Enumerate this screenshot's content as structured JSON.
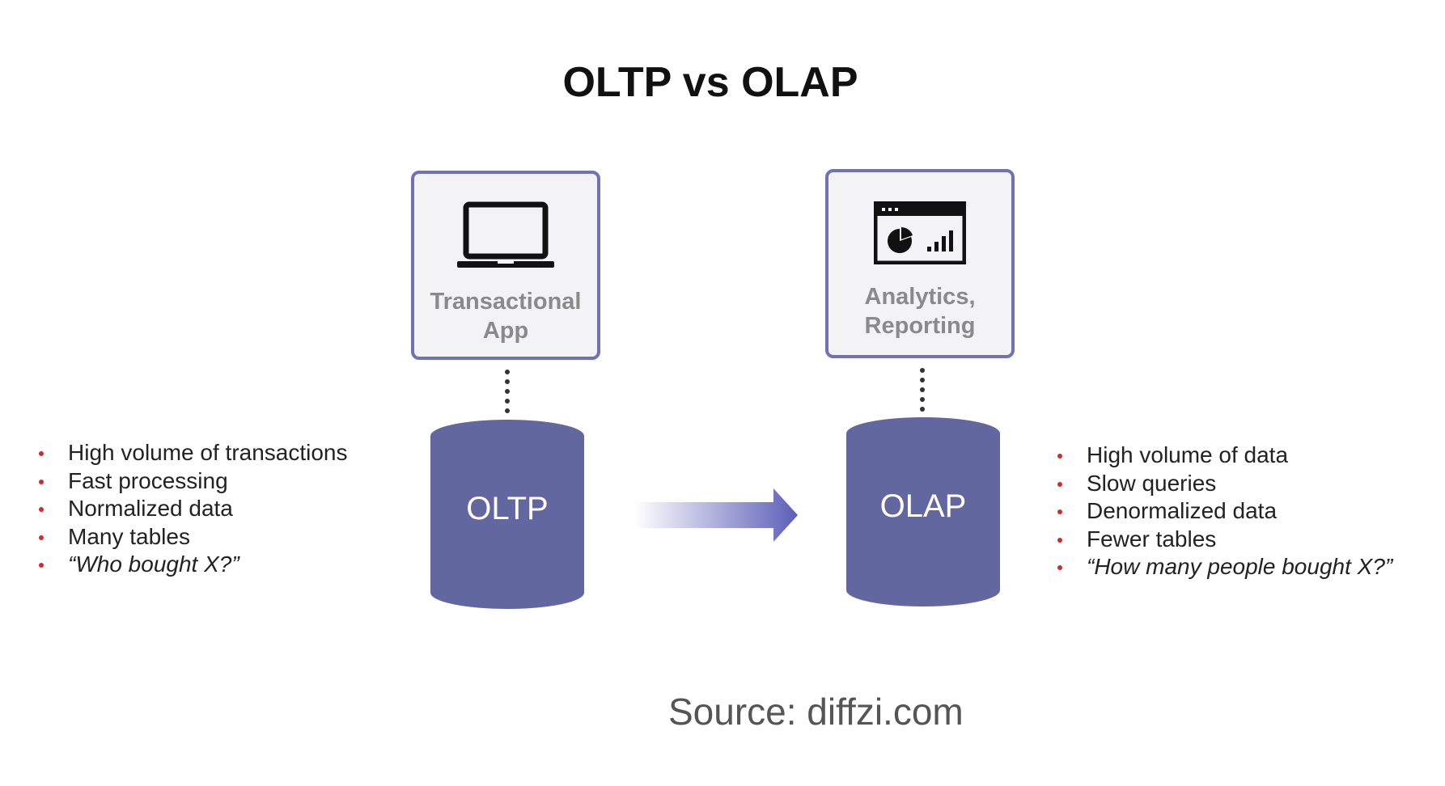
{
  "title": "OLTP vs OLAP",
  "colors": {
    "box_border": "#6f72b4",
    "box_fill": "#f3f3f5",
    "cylinder": "#6367a0",
    "bullet": "#d02b2b",
    "arrow": "#5c5fb8"
  },
  "oltp": {
    "app_icon": "laptop-icon",
    "app_label_line1": "Transactional",
    "app_label_line2": "App",
    "db_label": "OLTP",
    "bullets": [
      "High volume of transactions",
      "Fast processing",
      "Normalized data",
      "Many tables",
      "“Who bought X?”"
    ]
  },
  "olap": {
    "app_icon": "analytics-dashboard-icon",
    "app_label_line1": "Analytics,",
    "app_label_line2": "Reporting",
    "db_label": "OLAP",
    "bullets": [
      "High volume of data",
      "Slow queries",
      "Denormalized data",
      "Fewer tables",
      "“How many people bought X?”"
    ]
  },
  "flow_arrow_icon": "right-arrow-icon",
  "source": "Source: diffzi.com"
}
